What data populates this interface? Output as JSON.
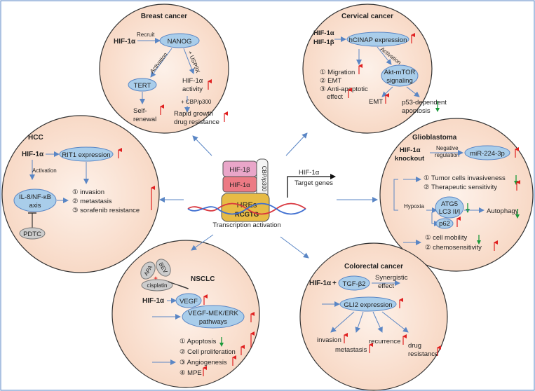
{
  "center": {
    "hif1b": "HIF-1β",
    "hif1a": "HIF-1α",
    "cbp": "CBP/p300",
    "hres": "HREs",
    "rcgtg": "RCGTG",
    "caption": "Transcription activation",
    "target_line1": "HIF-1α",
    "target_line2": "Target genes"
  },
  "breast": {
    "title": "Breast cancer",
    "hif": "HIF-1α",
    "recruit": "Recruit",
    "nanog": "NANOG",
    "activation": "Activation",
    "usp9x": "+ USP9X",
    "tert": "TERT",
    "hif_activity_1": "HIF-1α",
    "hif_activity_2": "activity",
    "cbp": "+ CBP/p300",
    "self_1": "Self-",
    "self_2": "renewal",
    "rapid_1": "Rapid growth",
    "rapid_2": "drug resistance"
  },
  "cervical": {
    "title": "Cervical cancer",
    "hif1a": "HIF-1α",
    "hif1b": "HIF-1β",
    "hcinap": "hCINAP expression",
    "activation": "Activation",
    "akt_1": "Akt-mTOR",
    "akt_2": "signaling",
    "items": [
      "① Migration",
      "② EMT",
      "③ Anti-apoptotic",
      "effect"
    ],
    "emt": "EMT",
    "p53_1": "p53-dependent",
    "p53_2": "apoptosis"
  },
  "hcc": {
    "title": "HCC",
    "hif": "HIF-1α",
    "rit1": "RIT1 expression",
    "activation": "Activation",
    "il8_1": "IL-8/NF-κB",
    "il8_2": "axis",
    "pdtc": "PDTC",
    "items": [
      "① invasion",
      "② metastasis",
      "③ sorafenib resistance"
    ]
  },
  "glioblastoma": {
    "title": "Glioblastoma",
    "hif_1": "HIF-1α",
    "hif_2": "knockout",
    "neg_1": "Negative",
    "neg_2": "regulation",
    "mir": "miR-224-3p",
    "items1": [
      "① Tumor cells invasiveness",
      "② Therapeutic sensitivity"
    ],
    "hypoxia": "Hypoxia",
    "atg5": "ATG5",
    "lc3": "LC3 II/I",
    "p62": "p62",
    "autophagy": "Autophagy",
    "items2": [
      "① cell mobility",
      "② chemosensitivity"
    ]
  },
  "nsclc": {
    "title": "NSCLC",
    "apa": "APA",
    "bev": "BEV",
    "cisplatin": "cisplatin",
    "hif": "HIF-1α",
    "vegf": "VEGF",
    "mek_1": "VEGF-MEK/ERK",
    "mek_2": "pathways",
    "items": [
      "① Apoptosis",
      "② Cell proliferation",
      "③ Angiogenesis",
      "④ MPE"
    ]
  },
  "colorectal": {
    "title": "Colorectal cancer",
    "hif": "HIF-1α",
    "plus": "+",
    "tgf": "TGF-β2",
    "syn_1": "Synergistic",
    "syn_2": "effect",
    "gli2": "GLI2 expression",
    "invasion": "invasion",
    "metastasis": "metastasis",
    "recurrence": "recurrence",
    "drug_1": "drug",
    "drug_2": "resistance"
  },
  "colors": {
    "circle_fill": "#fbe6da",
    "circle_stroke": "#333333",
    "oval": "#a9cdea",
    "up": "#e02020",
    "down": "#1a9a3a",
    "arrow": "#5a86c5"
  }
}
